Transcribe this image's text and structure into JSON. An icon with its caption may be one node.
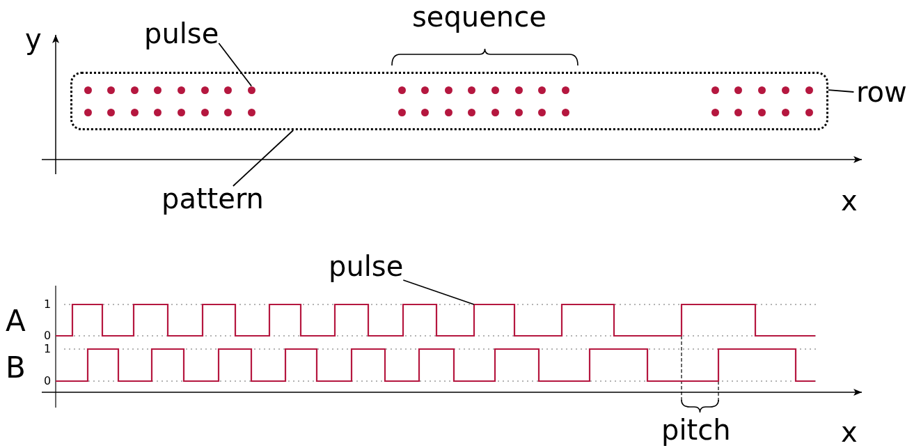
{
  "diagram": {
    "nodes": [
      {
        "text": [
          "pulse"
        ]
      },
      {
        "text": [],
        "shape": "circle",
        "in": 2
      },
      {
        "text": [],
        "shape": "box"
      },
      {
        "text": [
          "pattern"
        ]
      },
      {
        "text": [
          "row"
        ]
      },
      {
        "text": [
          "pulse"
        ]
      }
    ],
    "edges": [
      {
        "from": 0,
        "to": 1,
        "arrow": "none"
      },
      {
        "from": 3,
        "to": 2,
        "arrow": "none"
      },
      {
        "from": 4,
        "to": 2,
        "arrow": "none"
      },
      {
        "from": 5,
        "to": null,
        "arrow": "none"
      }
    ],
    "labels": [
      "y",
      "sequence",
      "x",
      "1",
      "A",
      "0",
      "1",
      "B",
      "0",
      "pitch",
      "x"
    ]
  }
}
